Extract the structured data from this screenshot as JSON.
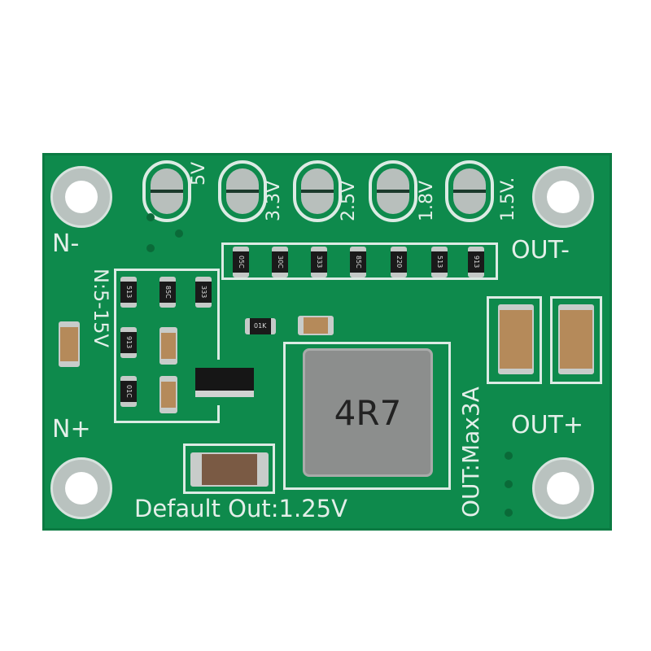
{
  "jumpers": [
    "5V",
    "3.3V",
    "2.5V",
    "1.8V",
    "1.5V."
  ],
  "labels": {
    "in_minus": "N-",
    "in_plus": "N+",
    "input_range": "N:5-15V",
    "out_minus": "OUT-",
    "out_plus": "OUT+",
    "out_max": "OUT:Max3A",
    "default_out": "Default Out:1.25V"
  },
  "inductor_code": "4R7",
  "resistor_codes_top": [
    "05C",
    "30C",
    "333",
    "85C",
    "220",
    "513",
    "913"
  ],
  "resistor_codes_left": [
    "513",
    "85C",
    "333",
    "913",
    "01C",
    "01K"
  ],
  "colors": {
    "pcb": "#0e8a4c",
    "silkscreen": "#e3efe9"
  }
}
